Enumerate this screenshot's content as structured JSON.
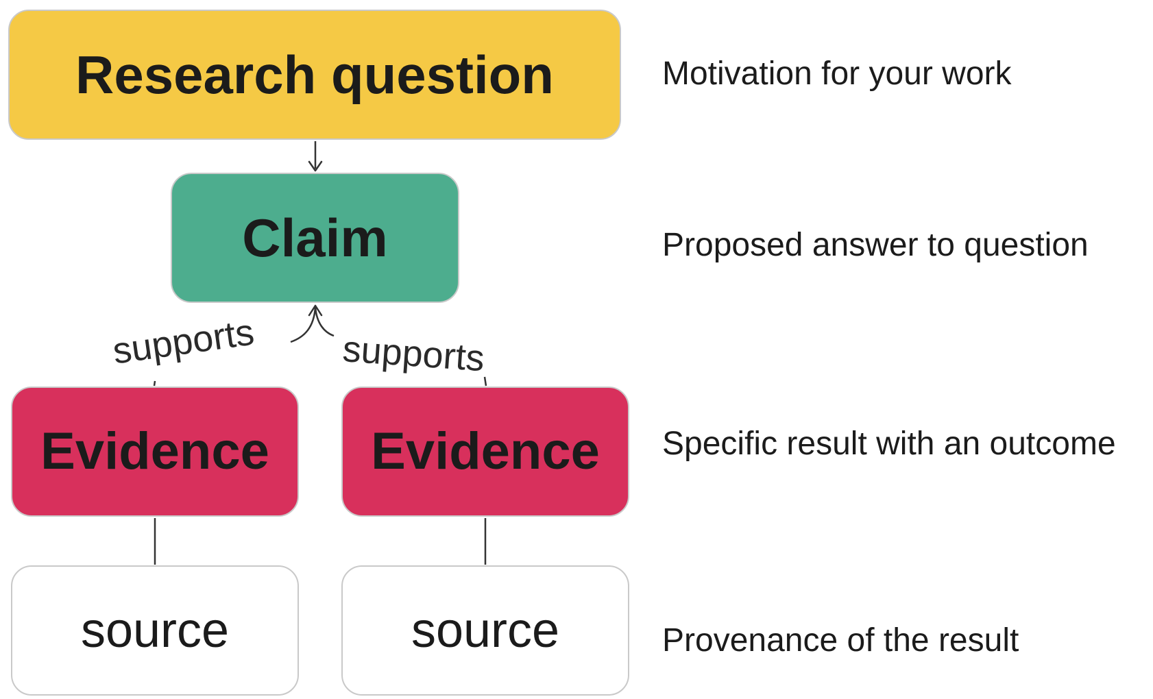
{
  "nodes": {
    "question": {
      "label": "Research question",
      "color": "#f5c945"
    },
    "claim": {
      "label": "Claim",
      "color": "#4dad8e"
    },
    "evidence_left": {
      "label": "Evidence",
      "color": "#d8305c"
    },
    "evidence_right": {
      "label": "Evidence",
      "color": "#d8305c"
    },
    "source_left": {
      "label": "source",
      "color": "#ffffff"
    },
    "source_right": {
      "label": "source",
      "color": "#ffffff"
    }
  },
  "edges": {
    "question_to_claim": {
      "from": "Research question",
      "to": "Claim"
    },
    "evidence_left_to_claim": {
      "from": "Evidence",
      "to": "Claim",
      "label": "supports"
    },
    "evidence_right_to_claim": {
      "from": "Evidence",
      "to": "Claim",
      "label": "supports"
    },
    "evidence_left_to_source": {
      "from": "Evidence",
      "to": "source"
    },
    "evidence_right_to_source": {
      "from": "Evidence",
      "to": "source"
    }
  },
  "annotations": {
    "question": "Motivation for your work",
    "claim": "Proposed answer to question",
    "evidence": "Specific result with an outcome",
    "source": "Provenance of the result"
  }
}
